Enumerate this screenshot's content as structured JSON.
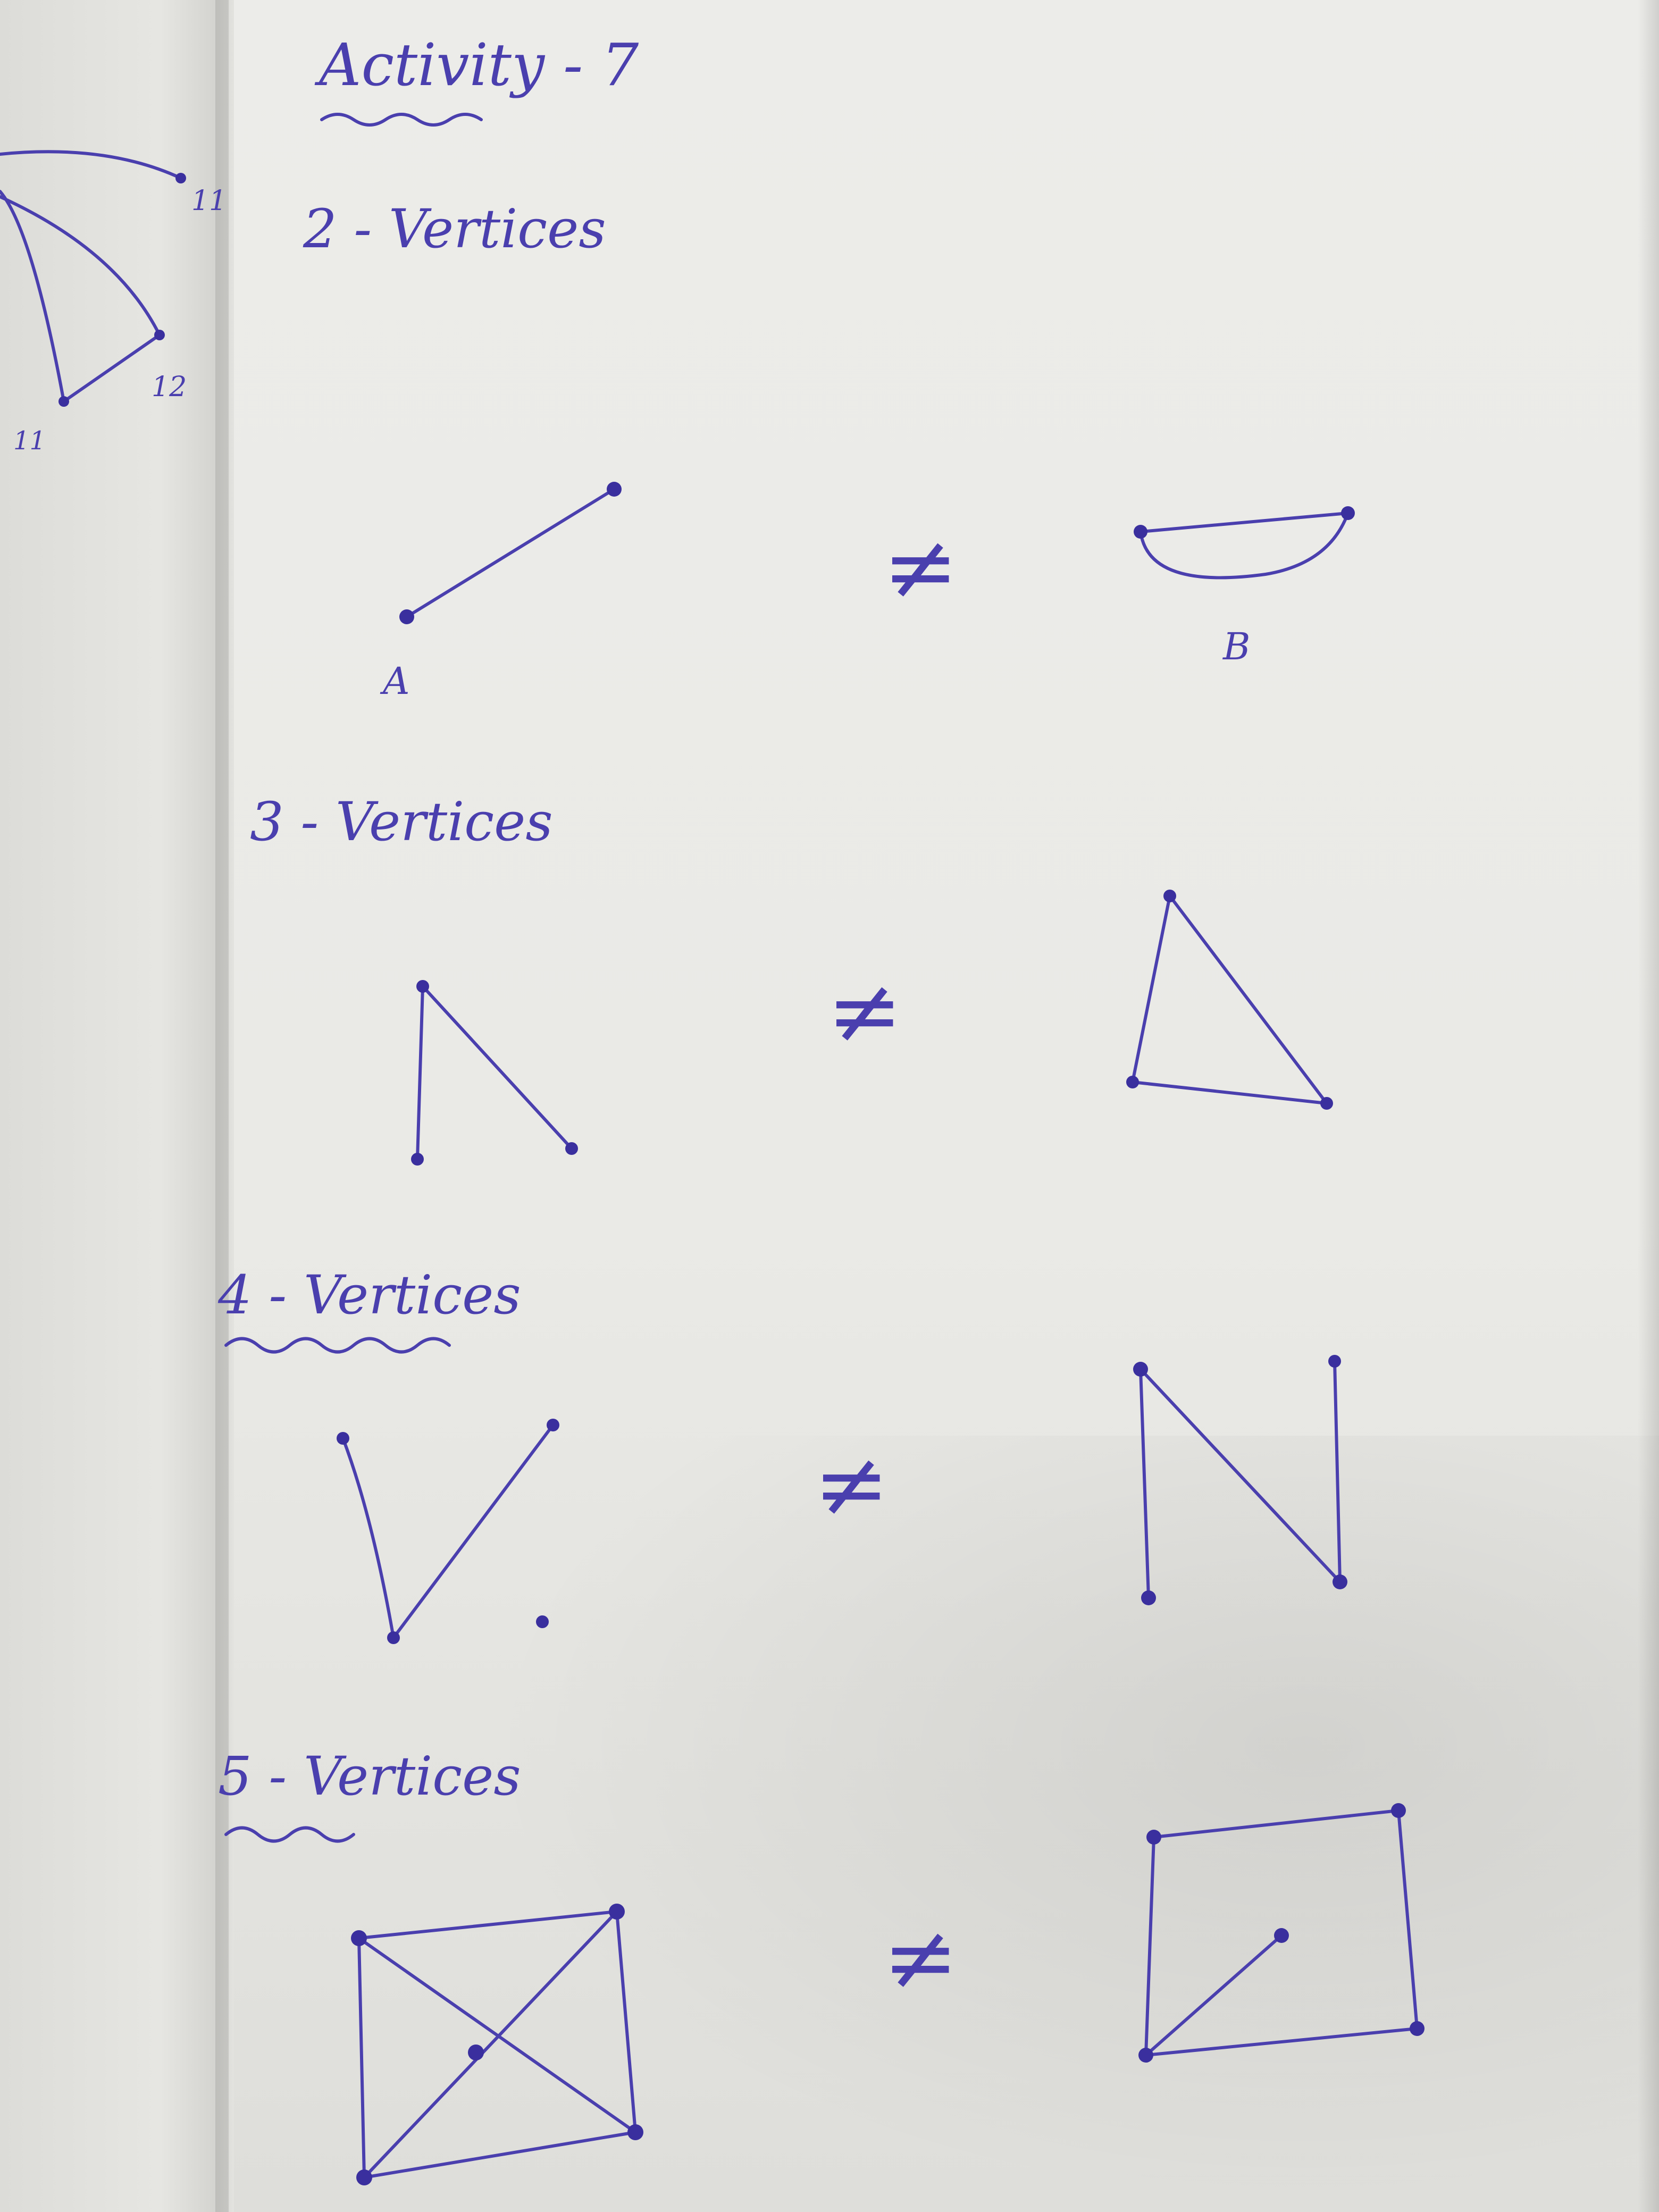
{
  "page": {
    "heading": "Activity - 7",
    "left_page_labels": [
      "11",
      "12",
      "11"
    ]
  },
  "sections": [
    {
      "title": "2 - Vertices",
      "labels": [
        "A",
        "B"
      ],
      "symbol": "≠"
    },
    {
      "title": "3 - Vertices",
      "symbol": "≠"
    },
    {
      "title": "4 - Vertices",
      "symbol": "≠"
    },
    {
      "title": "5 - Vertices",
      "symbol": "≠"
    }
  ],
  "colors": {
    "ink": "#4a3fae",
    "paper": "#ebebe7"
  }
}
